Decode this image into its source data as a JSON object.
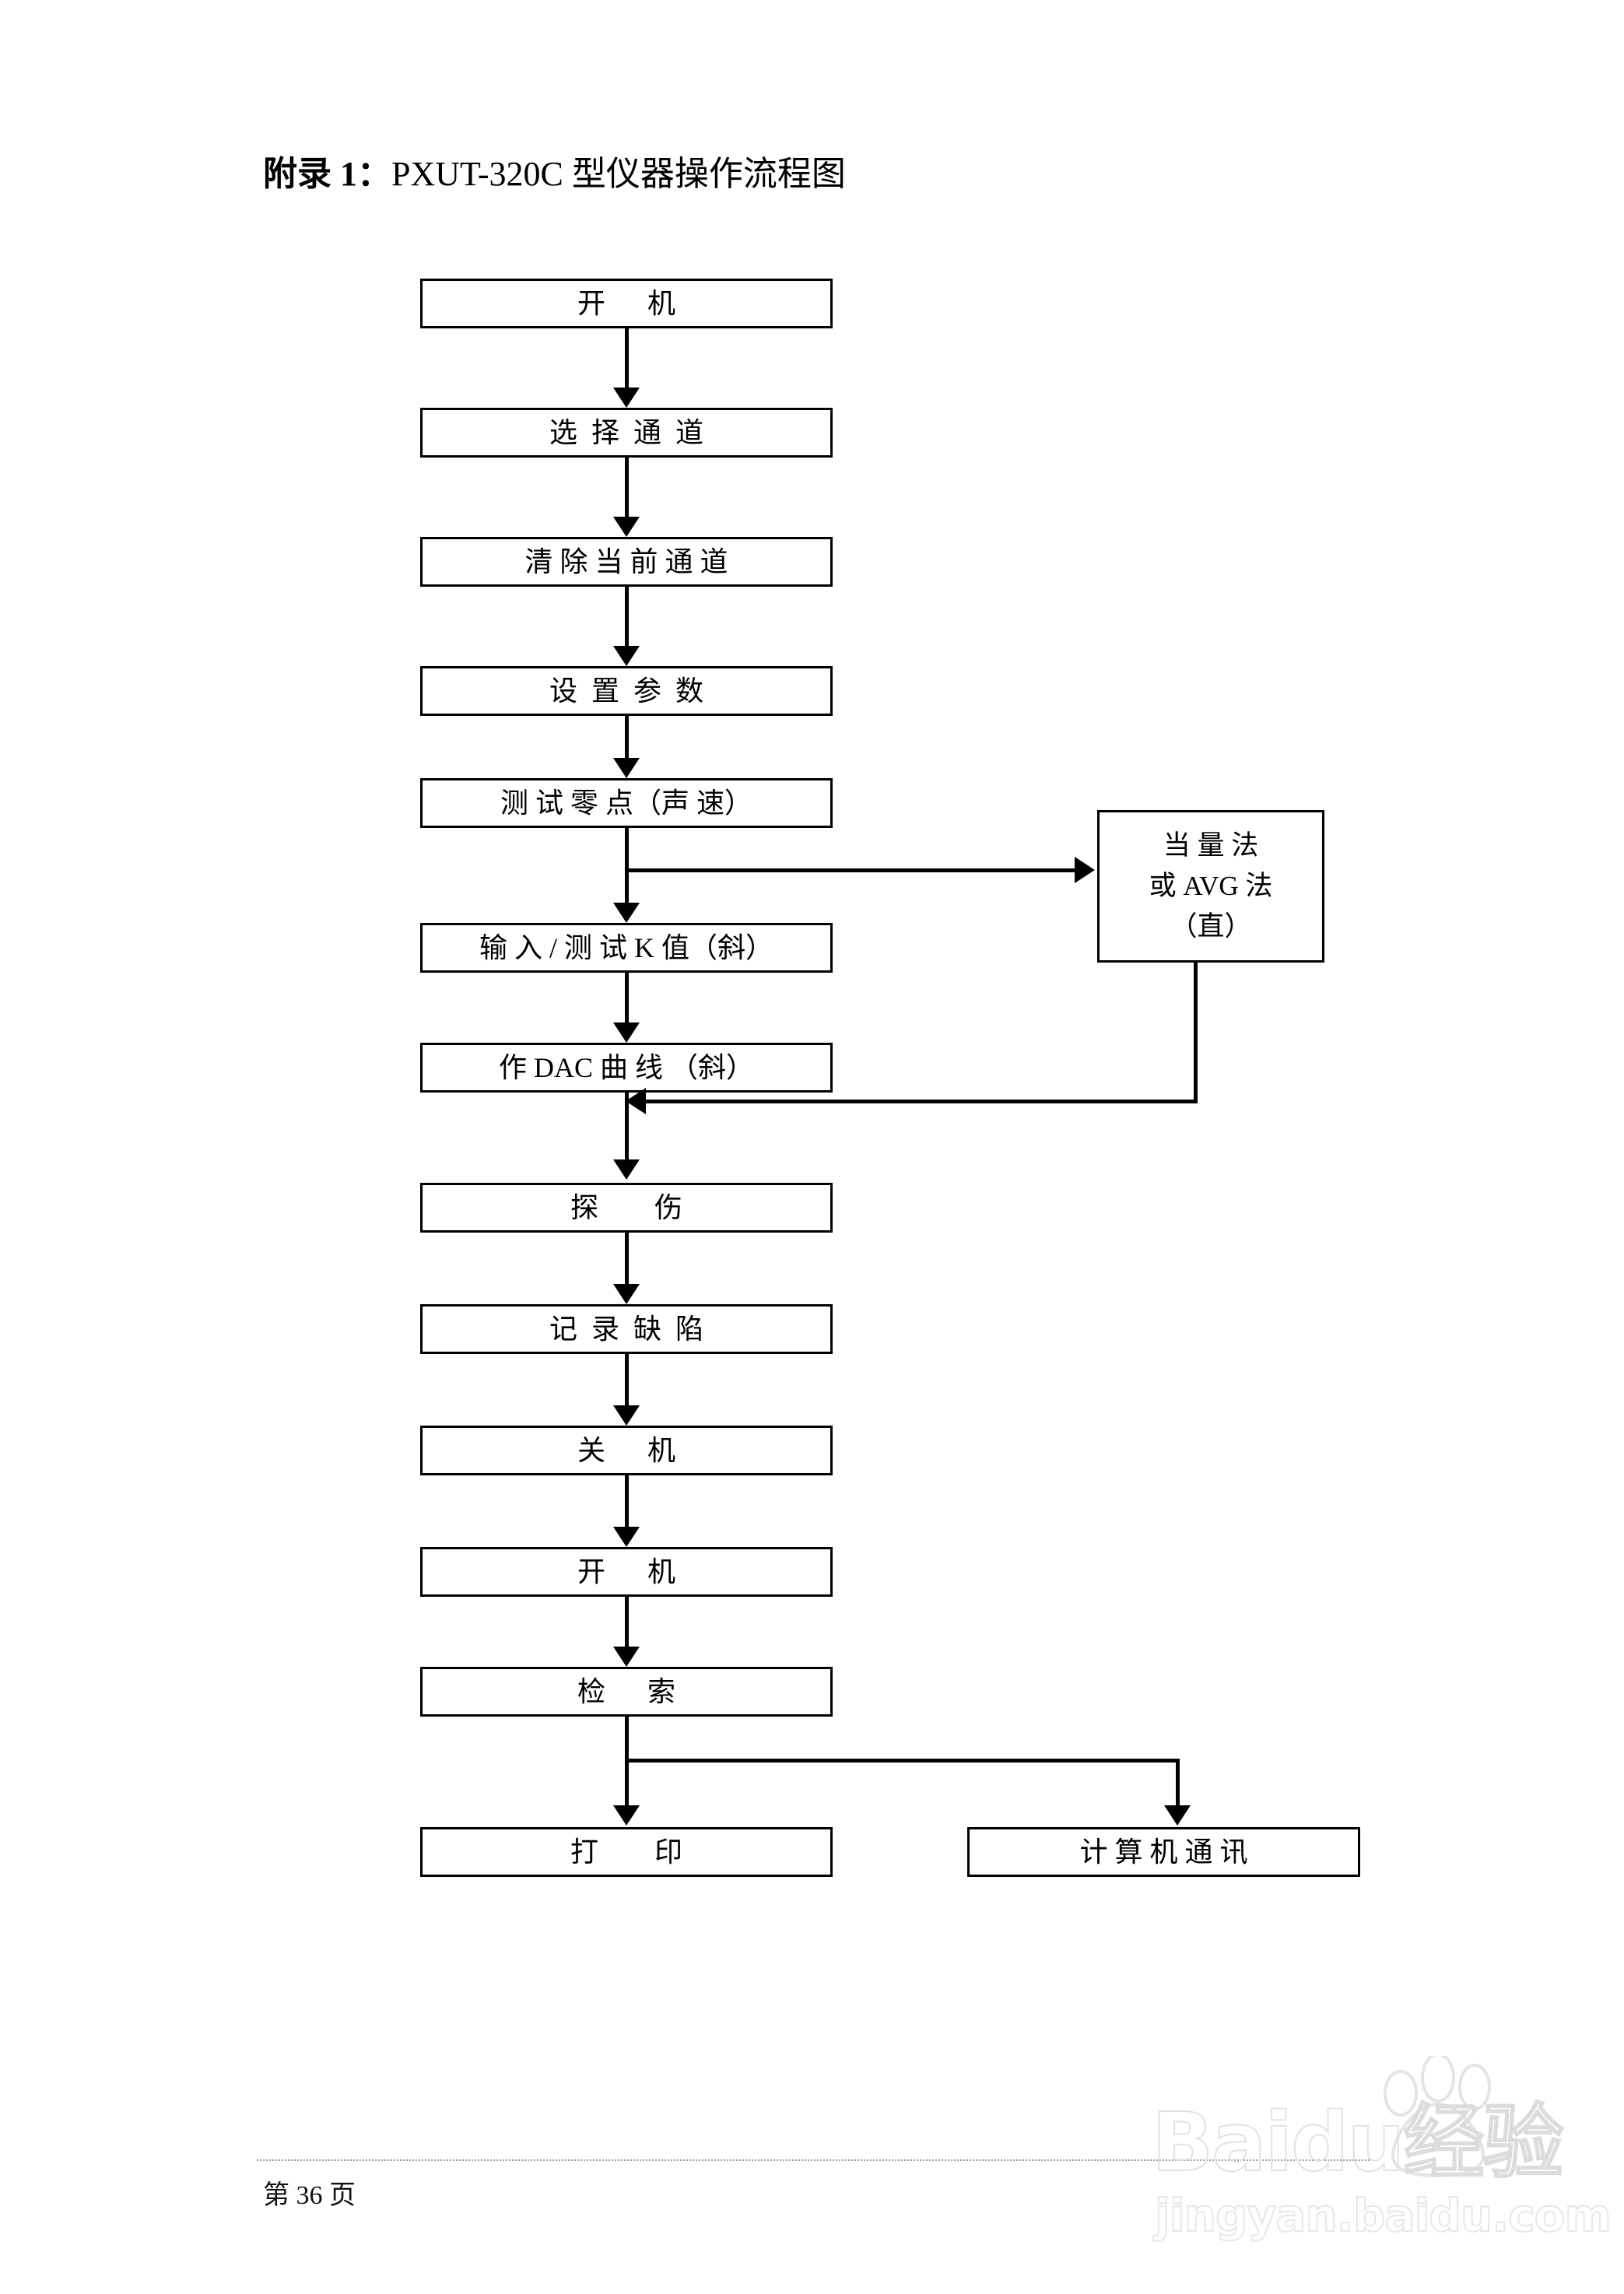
{
  "document": {
    "title_prefix": "附录 1：",
    "title_main": "PXUT-320C 型仪器操作流程图",
    "footer": "第 36 页"
  },
  "watermark": {
    "brand": "Baidu",
    "brand_cn": "经验",
    "url": "jingyan.baidu.com",
    "paw_icon": "paw-print-icon"
  },
  "flowchart": {
    "type": "flowchart",
    "orientation": "top-to-bottom",
    "nodes": [
      {
        "id": "n1",
        "label": "开      机",
        "shape": "rect"
      },
      {
        "id": "n2",
        "label": "选  择  通  道",
        "shape": "rect"
      },
      {
        "id": "n3",
        "label": "清 除 当 前 通 道",
        "shape": "rect"
      },
      {
        "id": "n4",
        "label": "设  置  参  数",
        "shape": "rect"
      },
      {
        "id": "n5",
        "label": "测 试 零 点（声 速）",
        "shape": "rect"
      },
      {
        "id": "n6",
        "label": "输 入 / 测 试 K 值（斜）",
        "shape": "rect"
      },
      {
        "id": "n7",
        "label": "作 DAC 曲 线 （斜）",
        "shape": "rect"
      },
      {
        "id": "n8",
        "label": "探        伤",
        "shape": "rect"
      },
      {
        "id": "n9",
        "label": "记  录  缺  陷",
        "shape": "rect"
      },
      {
        "id": "n10",
        "label": "关      机",
        "shape": "rect"
      },
      {
        "id": "n11",
        "label": "开      机",
        "shape": "rect"
      },
      {
        "id": "n12",
        "label": "检      索",
        "shape": "rect"
      },
      {
        "id": "n13",
        "label": "打        印",
        "shape": "rect"
      },
      {
        "id": "n14",
        "label": "计 算 机 通 讯",
        "shape": "rect"
      }
    ],
    "side_node": {
      "id": "s1",
      "line1": "当 量 法",
      "line2": "或 AVG 法",
      "line3": "（直）",
      "shape": "rect"
    },
    "edges": [
      {
        "from": "n1",
        "to": "n2",
        "kind": "arrow-down"
      },
      {
        "from": "n2",
        "to": "n3",
        "kind": "arrow-down"
      },
      {
        "from": "n3",
        "to": "n4",
        "kind": "arrow-down"
      },
      {
        "from": "n4",
        "to": "n5",
        "kind": "arrow-down"
      },
      {
        "from": "n5",
        "to": "n6",
        "kind": "arrow-down"
      },
      {
        "from": "n5",
        "to": "s1",
        "kind": "branch-right"
      },
      {
        "from": "n6",
        "to": "n7",
        "kind": "arrow-down"
      },
      {
        "from": "s1",
        "to": "n8",
        "kind": "merge-left"
      },
      {
        "from": "n7",
        "to": "n8",
        "kind": "arrow-down"
      },
      {
        "from": "n8",
        "to": "n9",
        "kind": "arrow-down"
      },
      {
        "from": "n9",
        "to": "n10",
        "kind": "arrow-down"
      },
      {
        "from": "n10",
        "to": "n11",
        "kind": "arrow-down"
      },
      {
        "from": "n11",
        "to": "n12",
        "kind": "arrow-down"
      },
      {
        "from": "n12",
        "to": "n13",
        "kind": "arrow-down"
      },
      {
        "from": "n12",
        "to": "n14",
        "kind": "branch-right-down"
      }
    ]
  }
}
